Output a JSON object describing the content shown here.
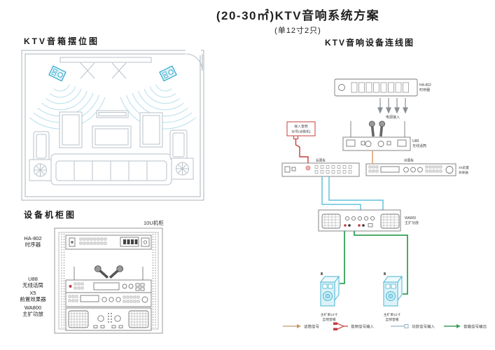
{
  "header": {
    "title": "(20-30㎡)KTV音响系统方案",
    "subtitle": "(单12寸2只)"
  },
  "placement": {
    "title": "KTV音箱摆位图"
  },
  "cabinet": {
    "title": "设备机柜图",
    "rack_size": "10U机柜",
    "device_labels": [
      {
        "lines": [
          "HA-802",
          "时序器"
        ]
      },
      {
        "lines": [
          "U88",
          "无线话筒"
        ]
      },
      {
        "lines": [
          "X5",
          "前置效果器"
        ]
      },
      {
        "lines": [
          "WA800",
          "主扩功放"
        ]
      }
    ]
  },
  "wiring": {
    "title": "KTV音响设备连线图",
    "sequencer_label": {
      "lines": [
        "HA-802",
        "时序器"
      ]
    },
    "power_label": "电源接入",
    "mic_label": {
      "lines": [
        "U88",
        "无线话筒"
      ]
    },
    "callout": {
      "lines": [
        "接入音频",
        "信号(点歌机)"
      ]
    },
    "rear_panel_label": "后面板",
    "front_panel_label": "前面板",
    "effects_label": {
      "lines": [
        "X5前置",
        "效果器"
      ]
    },
    "amp_label": {
      "lines": [
        "WA800",
        "主扩功放"
      ]
    },
    "speaker_left_label": {
      "lines": [
        "主扩单12寸",
        "全频音箱"
      ]
    },
    "speaker_right_label": {
      "lines": [
        "主扩单12寸",
        "全频音箱"
      ]
    }
  },
  "legend": {
    "items": [
      {
        "label": "话筒信号",
        "color": "#c49a6c"
      },
      {
        "label": "音频信号输入",
        "color": "#c43c3c"
      },
      {
        "label": "功放信号输入",
        "color": "#9ab0c0"
      },
      {
        "label": "音箱信号输出",
        "color": "#3f9e5f"
      }
    ]
  },
  "colors": {
    "speaker_cyan": "#2fa8cc",
    "signal_red": "#c43c3c",
    "mic_orange": "#dd9e66",
    "amp_blue": "#62c2de",
    "speaker_green": "#35a155",
    "power_gray": "#8a8f94"
  }
}
